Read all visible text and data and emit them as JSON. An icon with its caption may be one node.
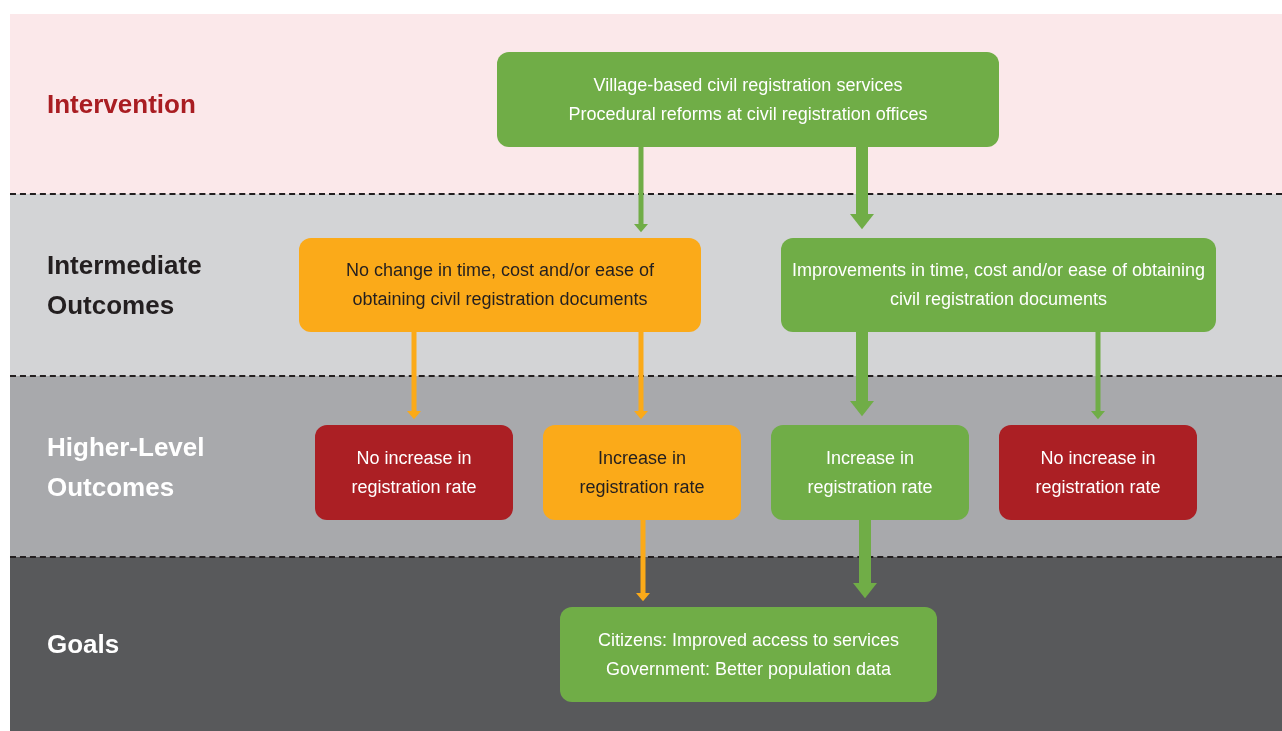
{
  "diagram": {
    "nodes": [
      {
        "text": [
          "Intervention"
        ]
      },
      {
        "text": [
          "Village-based civil registration services",
          "Procedural reforms at civil registration offices"
        ],
        "in": 0
      },
      {
        "text": [
          "Intermediate Outcomes"
        ]
      },
      {
        "text": [
          "No change in time, cost and/or ease of obtaining civil registration documents"
        ],
        "in": 2
      },
      {
        "text": [
          "Improvements in time, cost and/or ease of obtaining civil registration documents"
        ],
        "in": 2
      },
      {
        "text": [
          "Higher-Level Outcomes"
        ]
      },
      {
        "text": [
          "No increase in registration rate"
        ],
        "in": 5
      },
      {
        "text": [
          "Increase in registration rate"
        ],
        "in": 5
      },
      {
        "text": [
          "Increase in registration rate"
        ],
        "in": 5
      },
      {
        "text": [
          "No increase in registration rate"
        ],
        "in": 5
      },
      {
        "text": [
          "Goals"
        ]
      },
      {
        "text": [
          "Citizens: Improved access to services",
          "Government: Better population data"
        ],
        "in": 10
      }
    ],
    "edges": [
      {
        "from": 1,
        "to": 3,
        "arrow": "to"
      },
      {
        "from": 1,
        "to": 4,
        "arrow": "to",
        "style": "thick"
      },
      {
        "from": 3,
        "to": 6,
        "arrow": "to",
        "color": "#fbaa19"
      },
      {
        "from": 3,
        "to": 7,
        "arrow": "to",
        "color": "#fbaa19"
      },
      {
        "from": 4,
        "to": 8,
        "arrow": "to",
        "style": "thick"
      },
      {
        "from": 4,
        "to": 9,
        "arrow": "to"
      },
      {
        "from": 7,
        "to": 11,
        "arrow": "to",
        "color": "#fbaa19"
      },
      {
        "from": 8,
        "to": 11,
        "arrow": "to",
        "style": "thick"
      }
    ]
  }
}
